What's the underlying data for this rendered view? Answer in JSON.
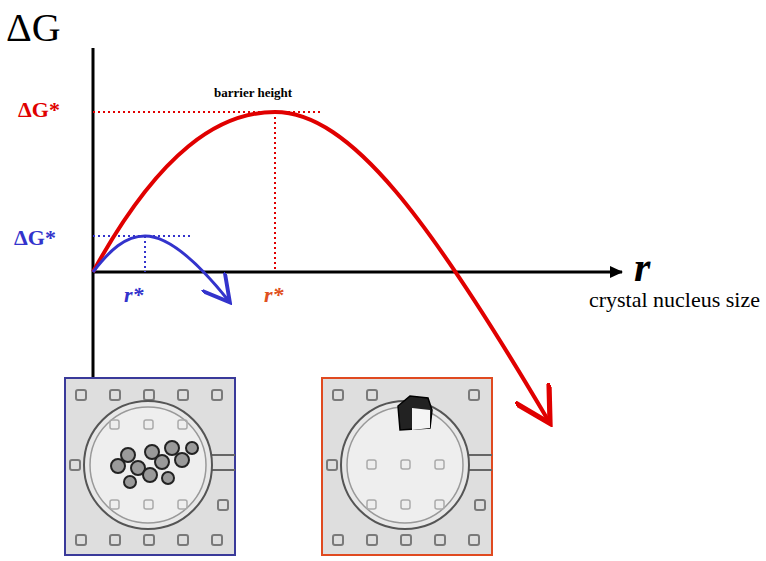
{
  "diagram": {
    "labels": [
      "ΔG",
      "ΔG*",
      "barrier height",
      "ΔG*",
      "r*",
      "r*",
      "r",
      "crystal nucleus size"
    ]
  }
}
